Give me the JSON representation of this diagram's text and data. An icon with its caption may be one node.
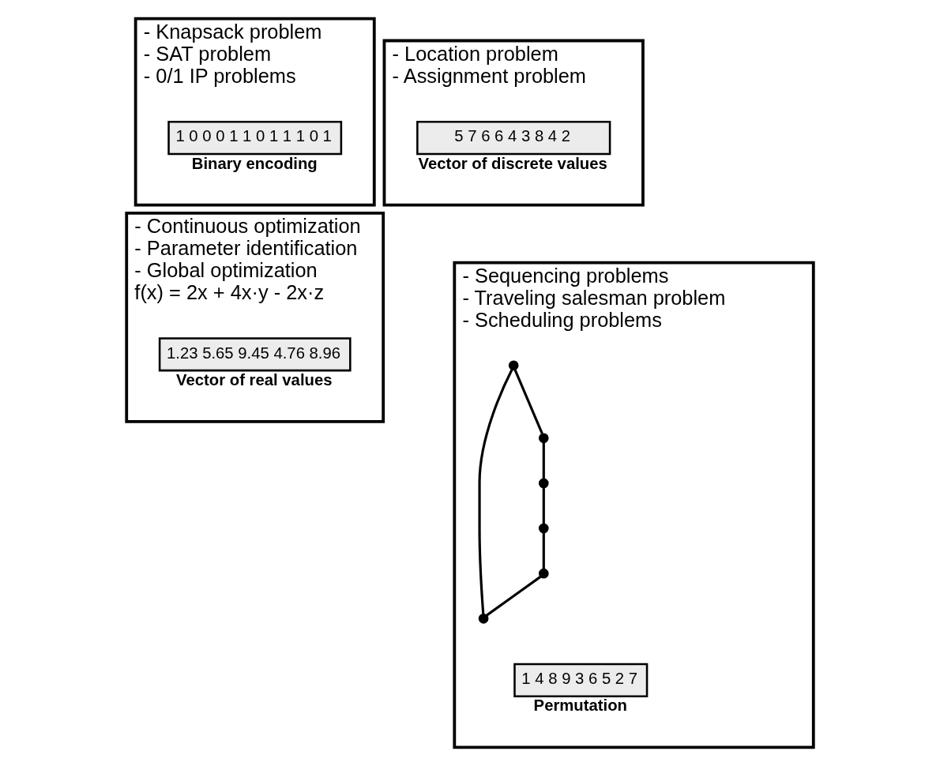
{
  "diagram": {
    "nodes": [
      {
        "text": [
          "- Knapsack problem",
          "- SAT problem",
          "- 0/1 IP problems"
        ]
      },
      {
        "text": [
          "1 0 0 0 1 1 0 1 1 1 0 1"
        ],
        "in": 0,
        "beside": [
          "Binary encoding"
        ]
      },
      {
        "text": [
          "- Location problem",
          "- Assignment problem"
        ]
      },
      {
        "text": [
          "5 7 6 6 4 3 8 4 2"
        ],
        "in": 2,
        "beside": [
          "Vector of discrete values"
        ]
      },
      {
        "text": [
          "- Continuous optimization",
          "- Parameter identification",
          "- Global optimization",
          "f(x) = 2x + 4x·y - 2x·z"
        ]
      },
      {
        "text": [
          "1.23 5.65 9.45 4.76 8.96"
        ],
        "in": 4,
        "beside": [
          "Vector of real values"
        ]
      },
      {
        "text": [
          "- Sequencing problems",
          "- Traveling salesman problem",
          "- Scheduling problems"
        ]
      },
      {
        "text": [],
        "shape": "circle",
        "in": 6
      },
      {
        "text": [],
        "shape": "circle",
        "in": 6
      },
      {
        "text": [],
        "shape": "circle",
        "in": 6
      },
      {
        "text": [],
        "shape": "circle",
        "in": 6
      },
      {
        "text": [],
        "shape": "circle",
        "in": 6
      },
      {
        "text": [],
        "shape": "circle",
        "in": 6
      },
      {
        "text": [
          "1 4 8 9 3 6 5 2 7"
        ],
        "in": 6,
        "beside": [
          "Permutation"
        ]
      }
    ],
    "edges": [
      {
        "from": 8,
        "to": 10,
        "arrow": "none"
      },
      {
        "from": 10,
        "to": 11,
        "arrow": "none"
      },
      {
        "from": 11,
        "to": 12,
        "arrow": "none"
      },
      {
        "from": 12,
        "to": 9,
        "arrow": "none"
      },
      {
        "from": 9,
        "to": 7,
        "arrow": "none"
      },
      {
        "from": 7,
        "to": 8,
        "arrow": "none"
      }
    ]
  }
}
